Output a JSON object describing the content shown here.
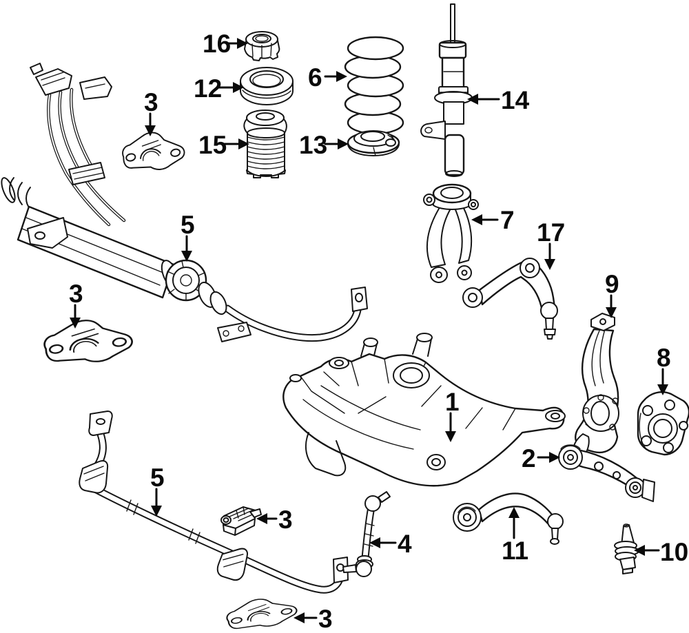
{
  "colors": {
    "background": "#ffffff",
    "line": "#161616",
    "label": "#0a0a0a"
  },
  "callouts": [
    {
      "label": "16"
    },
    {
      "label": "12"
    },
    {
      "label": "3"
    },
    {
      "label": "6"
    },
    {
      "label": "15"
    },
    {
      "label": "13"
    },
    {
      "label": "14"
    },
    {
      "label": "5"
    },
    {
      "label": "7"
    },
    {
      "label": "17"
    },
    {
      "label": "9"
    },
    {
      "label": "8"
    },
    {
      "label": "3"
    },
    {
      "label": "1"
    },
    {
      "label": "2"
    },
    {
      "label": "5"
    },
    {
      "label": "3"
    },
    {
      "label": "4"
    },
    {
      "label": "11"
    },
    {
      "label": "10"
    },
    {
      "label": "3"
    }
  ]
}
